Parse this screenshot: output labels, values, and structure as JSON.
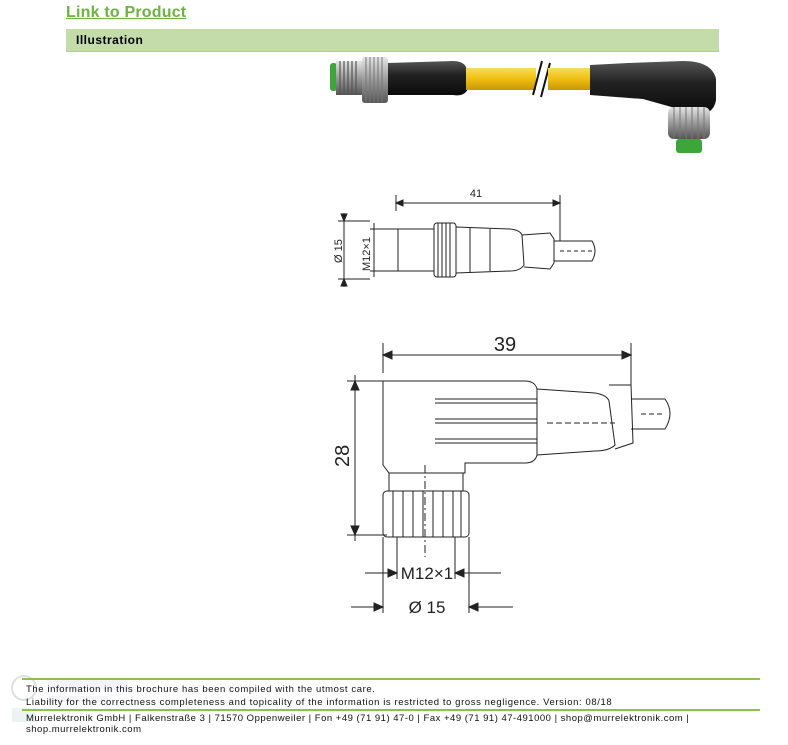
{
  "header": {
    "link_label": "Link to Product",
    "section_title": "Illustration"
  },
  "drawings": {
    "straight_length": "41",
    "straight_diameter": "Ø 15",
    "straight_thread": "M12×1",
    "angled_length": "39",
    "angled_height": "28",
    "angled_thread": "M12×1",
    "angled_diameter": "Ø 15"
  },
  "footer": {
    "disclaimer_line1": "The information in this brochure has been compiled with the utmost care.",
    "disclaimer_line2": "Liability for the correctness completeness and topicality of the information is restricted to gross negligence. Version: 08/18",
    "contact_line": "Murrelektronik GmbH | Falkenstraße 3 | 71570 Oppenweiler | Fon +49 (71 91) 47-0 | Fax +49 (71 91) 47-491000 | shop@murrelektronik.com | shop.murrelektronik.com"
  },
  "colors": {
    "accent_green": "#6cb33f",
    "section_bar": "#c4dcaa",
    "cable_yellow": "#f3c31b"
  }
}
